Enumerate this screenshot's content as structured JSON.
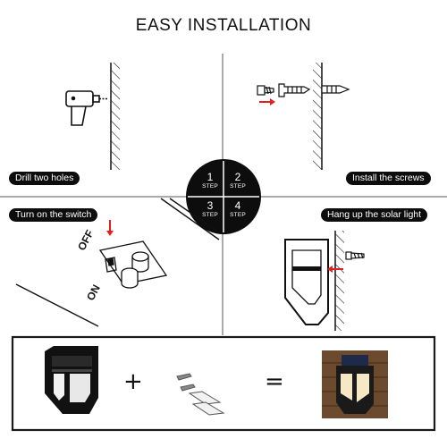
{
  "title": "EASY INSTALLATION",
  "steps": [
    {
      "number": "1",
      "word": "STEP",
      "caption": "Drill two holes"
    },
    {
      "number": "2",
      "word": "STEP",
      "caption": "Install the screws"
    },
    {
      "number": "3",
      "word": "STEP",
      "caption": "Turn on the switch"
    },
    {
      "number": "4",
      "word": "STEP",
      "caption": "Hang up the solar light"
    }
  ],
  "switch": {
    "off": "OFF",
    "on": "ON"
  },
  "equation": {
    "plus": "+",
    "equals": "="
  },
  "colors": {
    "accent": "#e02020",
    "dark": "#111111",
    "frame": "#1a1a1a"
  }
}
